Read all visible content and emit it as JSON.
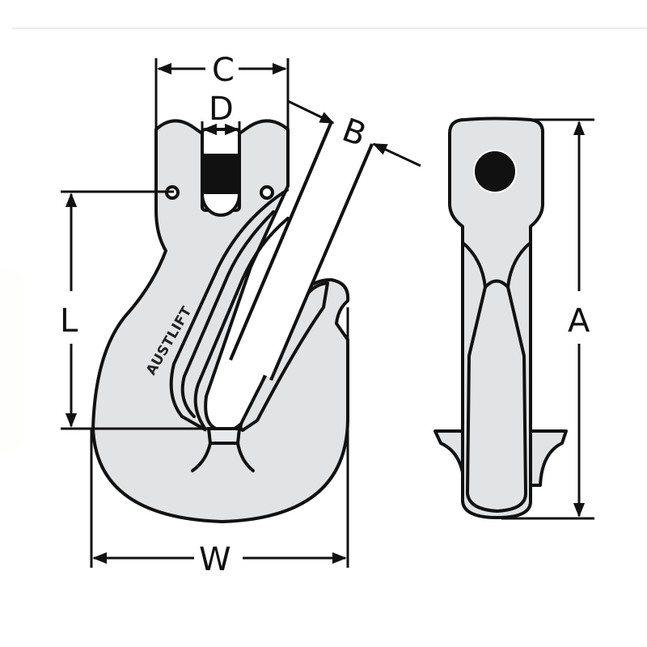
{
  "diagram": {
    "subject": "Clevis grab hook",
    "brand_marking": "AUSTLIFT",
    "views": [
      "front",
      "side"
    ],
    "colors": {
      "outline": "#111111",
      "body_fill": "#e2e3e5",
      "background": "#ffffff",
      "separator": "#ececec"
    },
    "dimensions": {
      "C": "C",
      "D": "D",
      "B": "B",
      "L": "L",
      "W": "W",
      "A": "A"
    }
  }
}
